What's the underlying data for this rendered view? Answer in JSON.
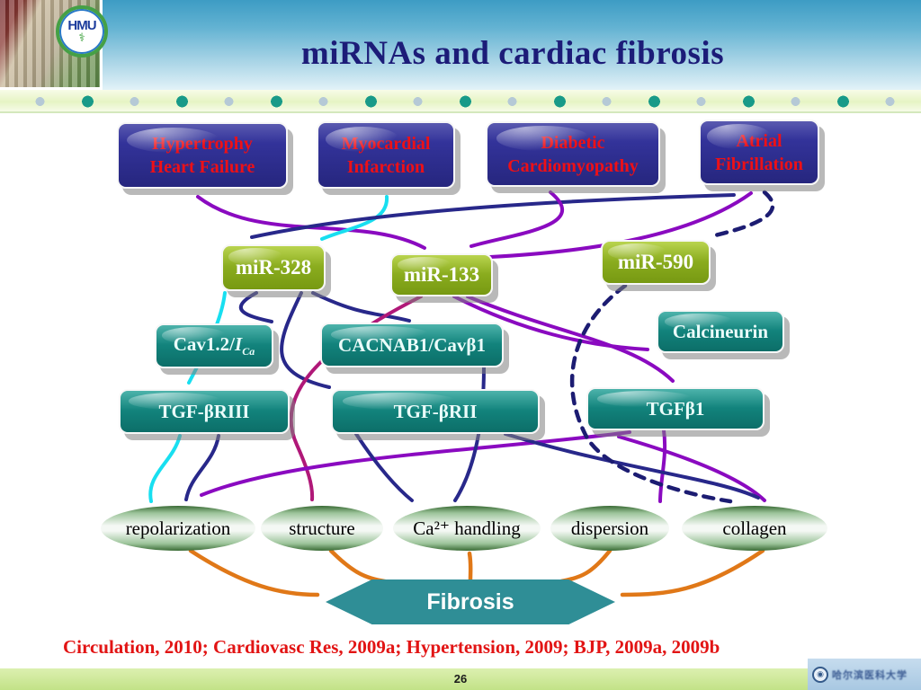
{
  "colors": {
    "purple": "#8a0ac0",
    "navy": "#28288a",
    "cyan": "#18dff0",
    "crimson": "#b01878",
    "orange": "#e07818",
    "dnavy": "#1c1c72"
  },
  "header": {
    "title": "miRNAs and cardiac fibrosis",
    "logo_text": "HMU",
    "logo_symbol": "⚕"
  },
  "diagram": {
    "conditions": [
      {
        "line1": "Hypertrophy",
        "line2": "Heart Failure"
      },
      {
        "line1": "Myocardial",
        "line2": "Infarction"
      },
      {
        "line1": "Diabetic",
        "line2": "Cardiomyopathy"
      },
      {
        "line1": "Atrial",
        "line2": "Fibrillation"
      }
    ],
    "mirnas": [
      {
        "label": "miR-328"
      },
      {
        "label": "miR-133"
      },
      {
        "label": "miR-590"
      }
    ],
    "mediators": {
      "cav_prefix": "Cav1.2/",
      "cav_symbol": "I",
      "cav_subscript": "Ca",
      "cacnab": "CACNAB1/Cavβ1",
      "calcineurin": "Calcineurin",
      "tgfbr3": "TGF-βRIII",
      "tgfbr2": "TGF-βRII",
      "tgfb1": "TGFβ1"
    },
    "outcomes": [
      {
        "label": "repolarization"
      },
      {
        "label": "structure"
      },
      {
        "label": "Ca²⁺ handling"
      },
      {
        "label": "dispersion"
      },
      {
        "label": "collagen"
      }
    ],
    "endpoint": "Fibrosis"
  },
  "footer": {
    "citation": "Circulation, 2010; Cardiovasc Res, 2009a; Hypertension, 2009; BJP, 2009a, 2009b",
    "page_number": "26",
    "footer_logo_text": "哈尔滨医科大学"
  }
}
